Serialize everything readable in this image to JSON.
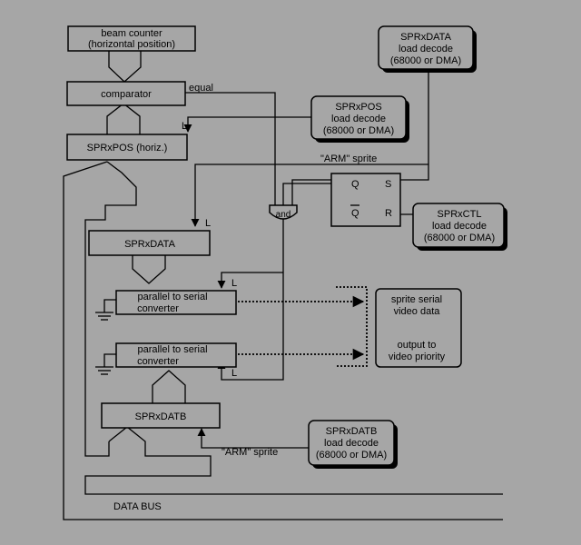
{
  "blocks": {
    "beam_counter": [
      "beam counter",
      "(horizontal position)"
    ],
    "comparator": "comparator",
    "sprxpos": "SPRxPOS (horiz.)",
    "sprxdata": "SPRxDATA",
    "sprxdatb": "SPRxDATB",
    "p2s_a": [
      "parallel to serial",
      "converter"
    ],
    "p2s_b": [
      "parallel to serial",
      "converter"
    ],
    "and_gate": "and",
    "flipflop": {
      "q_top": "Q",
      "q_bottom": "Q",
      "s": "S",
      "r": "R"
    }
  },
  "decoders": {
    "sprxdata_load": [
      "SPRxDATA",
      "load decode",
      "(68000 or DMA)"
    ],
    "sprxpos_load": [
      "SPRxPOS",
      "load decode",
      "(68000 or DMA)"
    ],
    "sprxctl_load": [
      "SPRxCTL",
      "load decode",
      "(68000 or DMA)"
    ],
    "sprxdatb_load": [
      "SPRxDATB",
      "load decode",
      "(68000 or DMA)"
    ]
  },
  "output": [
    "sprite serial",
    "video data",
    "",
    "output to",
    "video priority"
  ],
  "labels": {
    "equal": "equal",
    "arm_sprite_top": "\"ARM\" sprite",
    "arm_sprite_bottom": "\"ARM\" sprite",
    "data_bus": "DATA BUS",
    "load": "L"
  }
}
